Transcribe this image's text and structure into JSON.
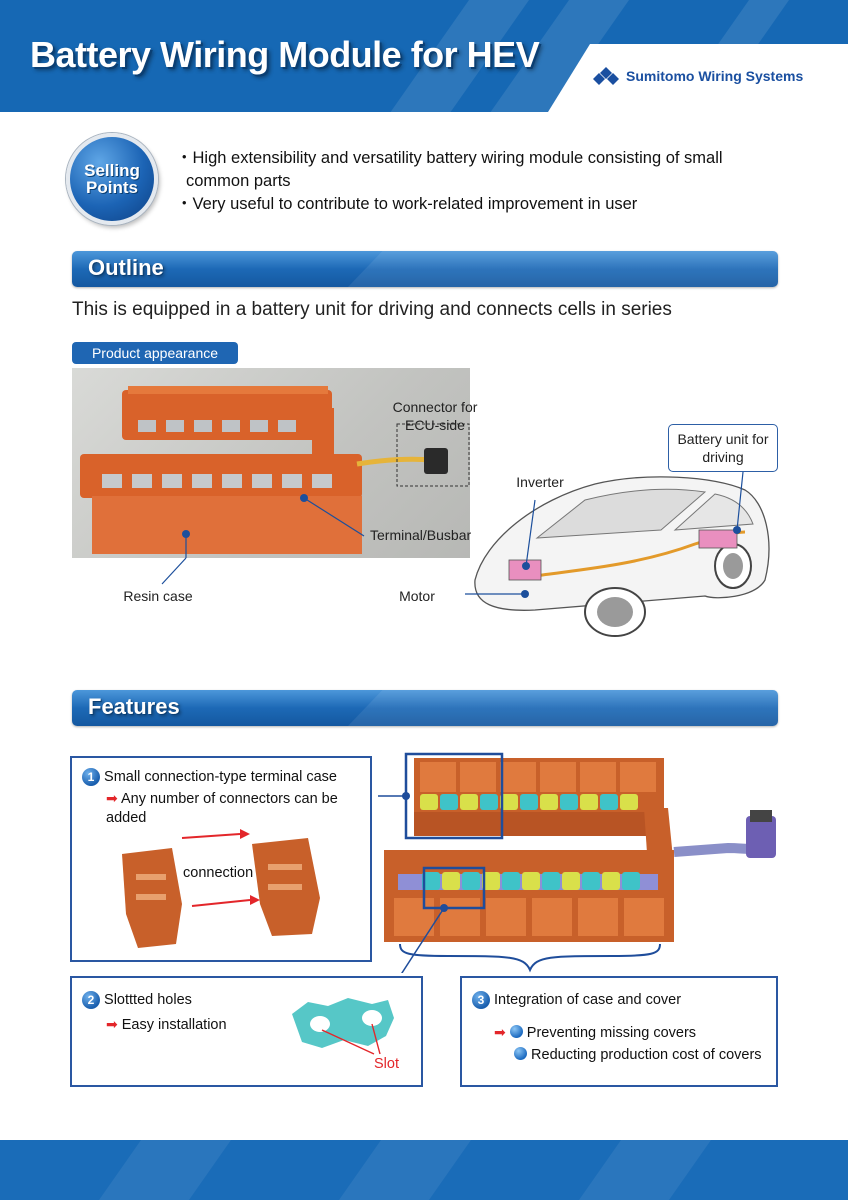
{
  "header": {
    "title": "Battery Wiring Module for HEV",
    "brand": "Sumitomo Wiring Systems"
  },
  "selling_points": {
    "badge_line1": "Selling",
    "badge_line2": "Points",
    "items": [
      "・High extensibility and versatility battery wiring module consisting of small common parts",
      "・Very useful to contribute to work-related improvement in user"
    ]
  },
  "outline": {
    "heading": "Outline",
    "text": "This is equipped in a battery unit for driving and connects cells in series",
    "product_appearance_label": "Product appearance",
    "callouts": {
      "connector": "Connector for ECU-side",
      "terminal": "Terminal/Busbar",
      "resin": "Resin case",
      "inverter": "Inverter",
      "battery_unit": "Battery unit for driving",
      "motor": "Motor"
    }
  },
  "features": {
    "heading": "Features",
    "feature1": {
      "number": "1",
      "title": "Small connection-type terminal case",
      "arrow": "➡",
      "detail": "Any number of connectors can be added",
      "connection_label": "connection"
    },
    "feature2": {
      "number": "2",
      "title": "Slottted holes",
      "arrow": "➡",
      "detail": "Easy installation",
      "slot_label": "Slot"
    },
    "feature3": {
      "number": "3",
      "title": "Integration of case and cover",
      "arrow": "➡",
      "items": [
        "Preventing missing covers",
        "Reducting production cost of covers"
      ]
    }
  },
  "colors": {
    "brand_blue": "#1668b4",
    "box_border": "#2a57a2",
    "resin_orange": "#d86a2a",
    "accent_red": "#e3262a",
    "cell_cyan": "#3fc3c8",
    "cell_yellow": "#d9e04a"
  }
}
